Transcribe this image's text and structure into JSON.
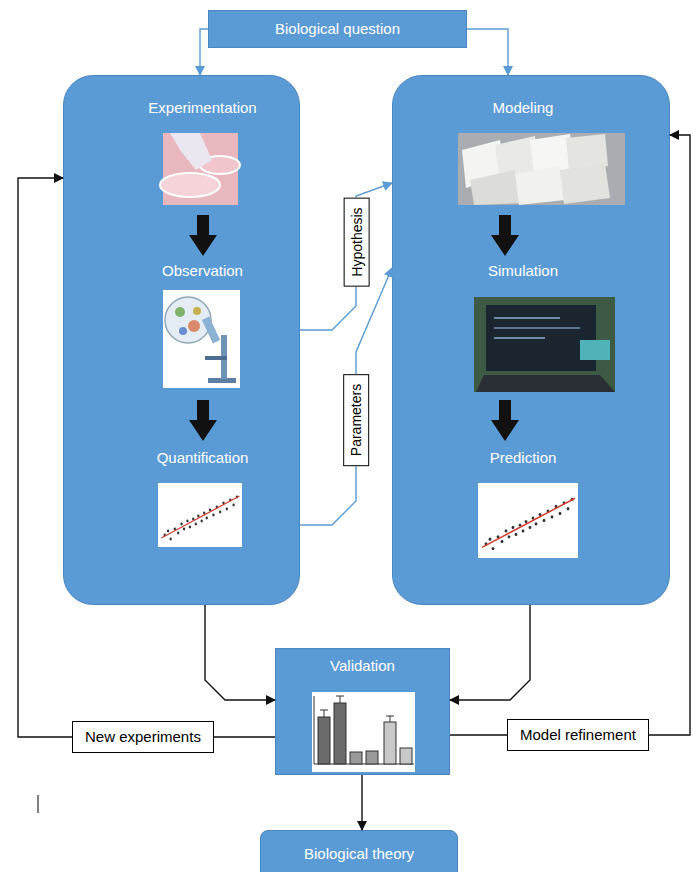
{
  "diagram": {
    "nodes": [
      {
        "text": [
          "Biological question"
        ]
      },
      {
        "text": [
          "Experimentation",
          "Observation",
          "Quantification"
        ]
      },
      {
        "text": [
          "Modeling",
          "Simulation",
          "Prediction"
        ]
      },
      {
        "text": [
          "Validation"
        ]
      },
      {
        "text": [
          "Biological theory"
        ]
      }
    ],
    "edges": [
      {
        "from": 0,
        "to": 1,
        "arrow": "to"
      },
      {
        "from": 0,
        "to": 2,
        "arrow": "to"
      },
      {
        "from": 1,
        "to": 2,
        "label": "Hypothesis",
        "arrow": "to"
      },
      {
        "from": 1,
        "to": 2,
        "label": "Parameters",
        "arrow": "to"
      },
      {
        "from": 1,
        "to": 3,
        "arrow": "to"
      },
      {
        "from": 2,
        "to": 3,
        "arrow": "to"
      },
      {
        "from": 3,
        "to": 1,
        "label": "New experiments",
        "arrow": "to"
      },
      {
        "from": 3,
        "to": 2,
        "label": "Model refinement",
        "arrow": "to"
      },
      {
        "from": 3,
        "to": 4,
        "arrow": "to"
      }
    ]
  }
}
